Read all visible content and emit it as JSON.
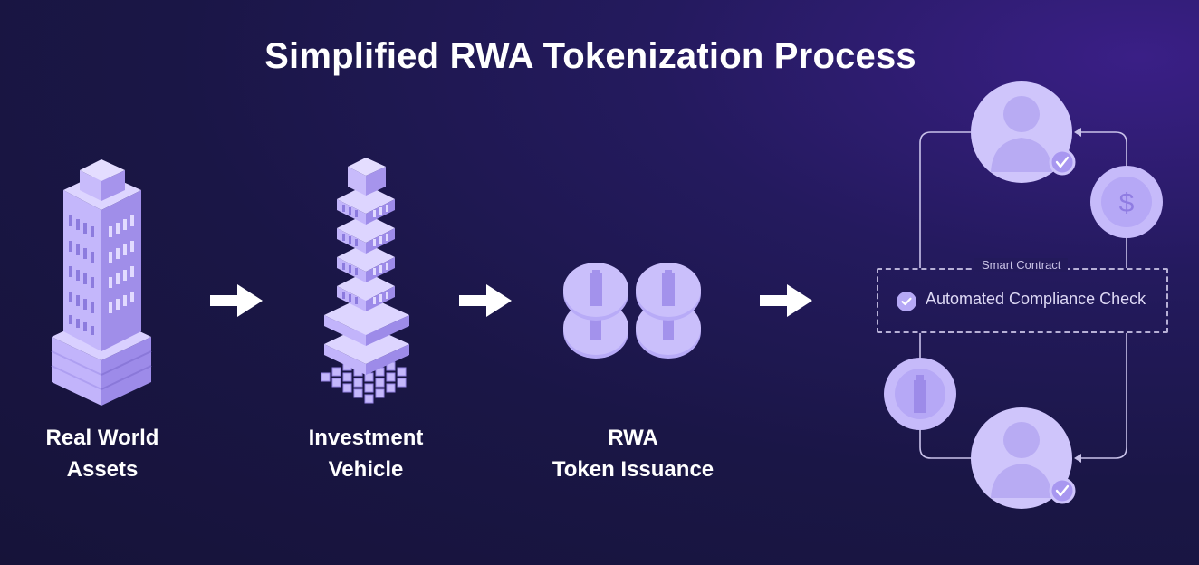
{
  "title": "Simplified RWA Tokenization Process",
  "steps": [
    {
      "line1": "Real World",
      "line2": "Assets",
      "icon": "skyscraper-icon"
    },
    {
      "line1": "Investment",
      "line2": "Vehicle",
      "icon": "stacked-tower-icon"
    },
    {
      "line1": "RWA",
      "line2": "Token Issuance",
      "icon": "token-coins-icon"
    }
  ],
  "smart_contract": {
    "title": "Smart Contract",
    "check_label": "Automated Compliance Check"
  },
  "currency_symbol": "$",
  "colors": {
    "background": "#1a1646",
    "accent": "#b6a9f6",
    "text": "#ffffff"
  }
}
